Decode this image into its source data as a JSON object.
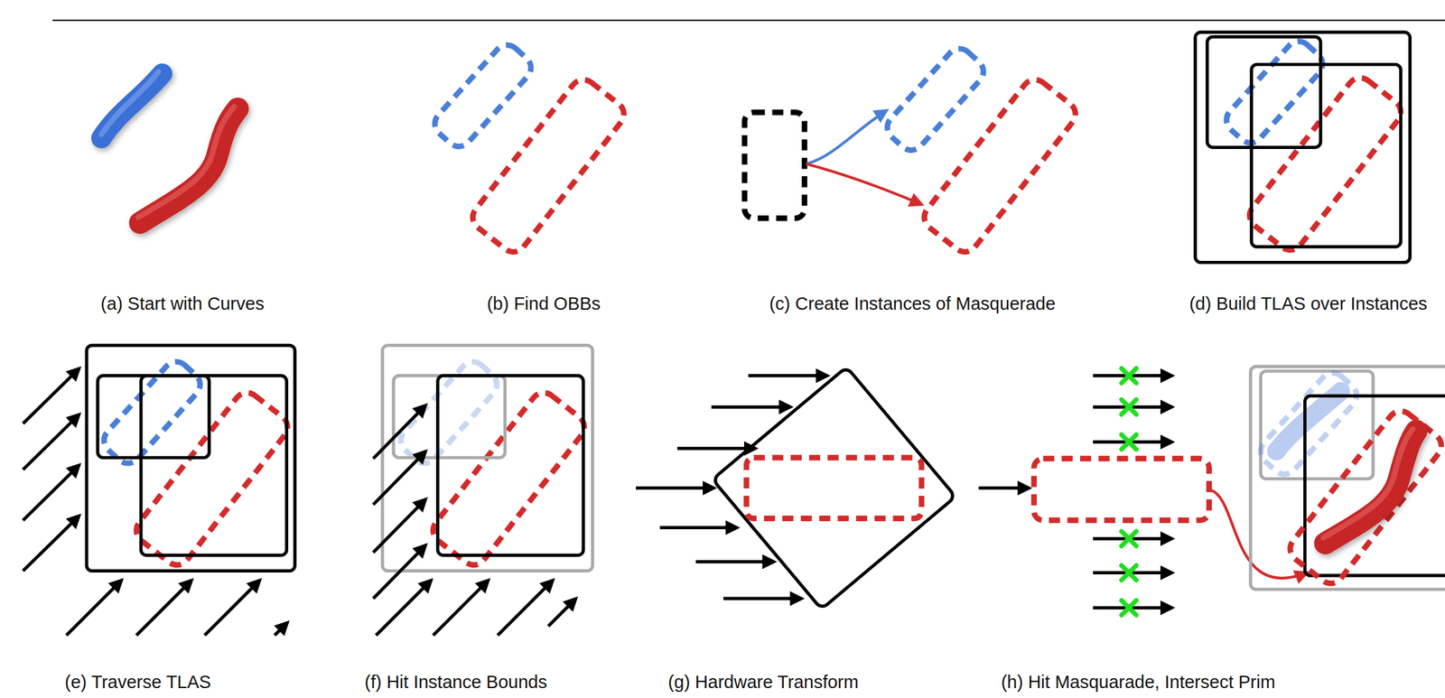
{
  "diagram": {
    "labels": [
      "(a) Start with Curves",
      "(b) Find OBBs",
      "(c) Create Instances of Masquerade",
      "(d) Build TLAS over Instances",
      "(e) Traverse TLAS",
      "(f) Hit Instance Bounds",
      "(g) Hardware Transform",
      "(h) Hit Masquarade, Intersect Prim"
    ]
  }
}
